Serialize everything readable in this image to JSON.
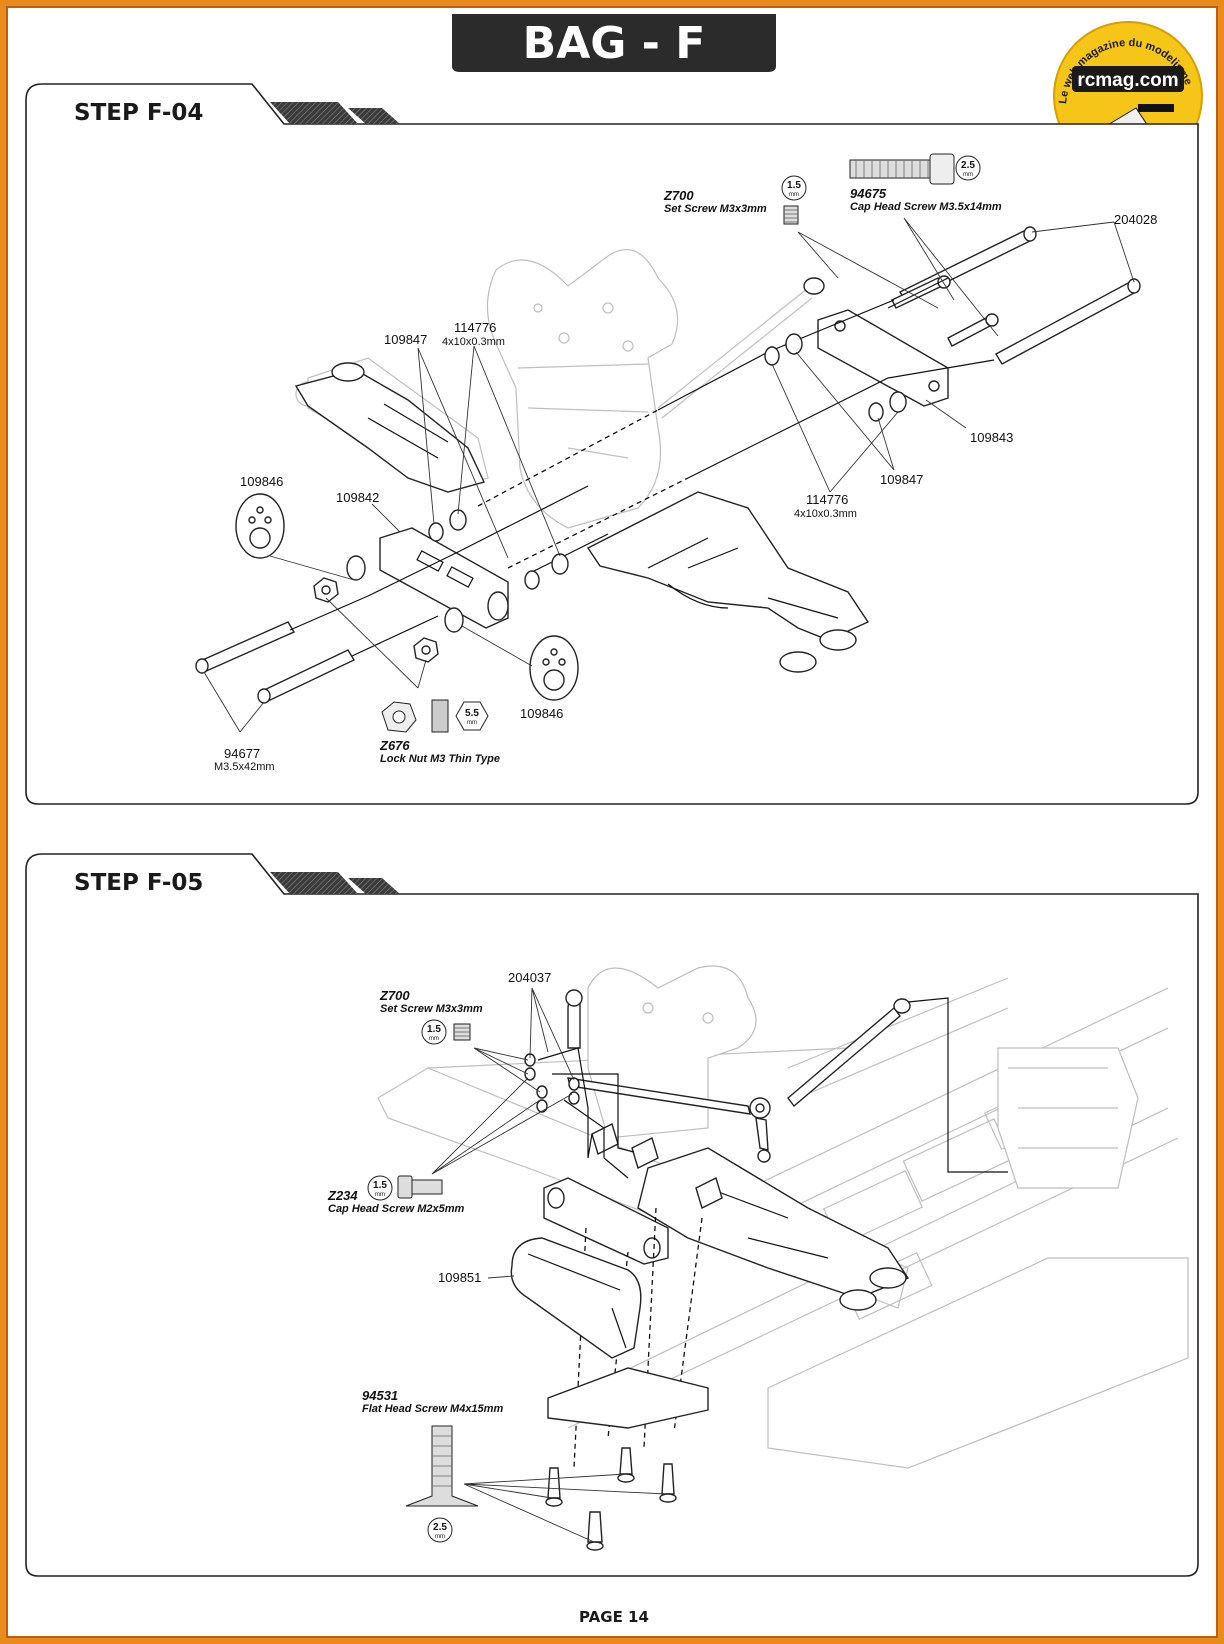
{
  "header": {
    "bag_title": "BAG - F",
    "page_label": "PAGE 14"
  },
  "logo": {
    "brand": "rcmag.com",
    "tagline": "Le web magazine du modelisme"
  },
  "step1": {
    "title": "STEP F-04",
    "callouts": {
      "z700_code": "Z700",
      "z700_desc": "Set Screw M3x3mm",
      "z700_tool": "1.5",
      "p94675_code": "94675",
      "p94675_desc": "Cap Head Screw M3.5x14mm",
      "p94675_tool": "2.5",
      "p204028": "204028",
      "p109847_a": "109847",
      "p114776_a": "114776",
      "p114776_a_size": "4x10x0.3mm",
      "p109843": "109843",
      "p109847_b": "109847",
      "p114776_b": "114776",
      "p114776_b_size": "4x10x0.3mm",
      "p109846_a": "109846",
      "p109842": "109842",
      "p109846_b": "109846",
      "p94677": "94677",
      "p94677_size": "M3.5x42mm",
      "z676_code": "Z676",
      "z676_desc": "Lock Nut M3 Thin Type",
      "z676_tool": "5.5"
    }
  },
  "step2": {
    "title": "STEP F-05",
    "callouts": {
      "z700_code": "Z700",
      "z700_desc": "Set Screw M3x3mm",
      "z700_tool": "1.5",
      "p204037": "204037",
      "z234_code": "Z234",
      "z234_desc": "Cap Head Screw M2x5mm",
      "z234_tool": "1.5",
      "p109851": "109851",
      "p94531_code": "94531",
      "p94531_desc": "Flat Head Screw M4x15mm",
      "p94531_tool": "2.5"
    }
  },
  "tool_unit": "mm",
  "colors": {
    "border_orange": "#e98a1c",
    "banner_dark": "#2b2b2b",
    "logo_yellow": "#f5c518"
  }
}
